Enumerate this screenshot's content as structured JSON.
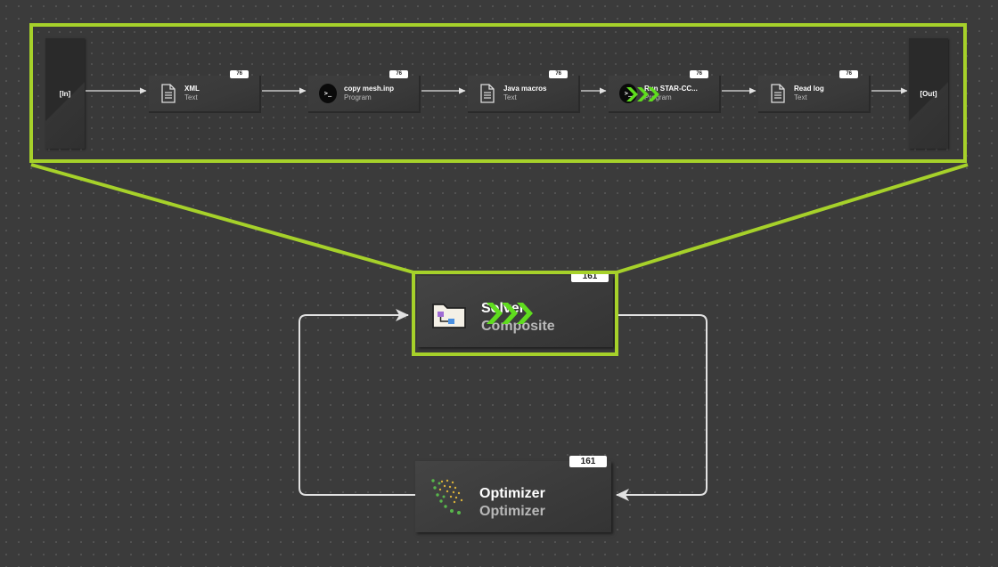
{
  "workflow": {
    "in_port": "[In]",
    "out_port": "[Out]",
    "steps": [
      {
        "name": "XML",
        "type": "Text",
        "icon": "document-icon",
        "counter": "76"
      },
      {
        "name": "copy mesh.inp",
        "type": "Program",
        "icon": "terminal-icon",
        "counter": "76"
      },
      {
        "name": "Java macros",
        "type": "Text",
        "icon": "document-icon",
        "counter": "76"
      },
      {
        "name": "Run STAR-CC...",
        "type": "Program",
        "icon": "terminal-icon",
        "counter": "76",
        "running": true
      },
      {
        "name": "Read log",
        "type": "Text",
        "icon": "document-icon",
        "counter": "76"
      }
    ]
  },
  "solver": {
    "name": "Solver",
    "type": "Composite",
    "counter": "161",
    "icon": "composite-folder-icon",
    "running": true
  },
  "optimizer": {
    "name": "Optimizer",
    "type": "Optimizer",
    "counter": "161",
    "icon": "scatter-dots-icon"
  },
  "colors": {
    "highlight": "#a6d12a",
    "running_chevron": "#5fdc1e",
    "background": "#3b3b3b"
  }
}
